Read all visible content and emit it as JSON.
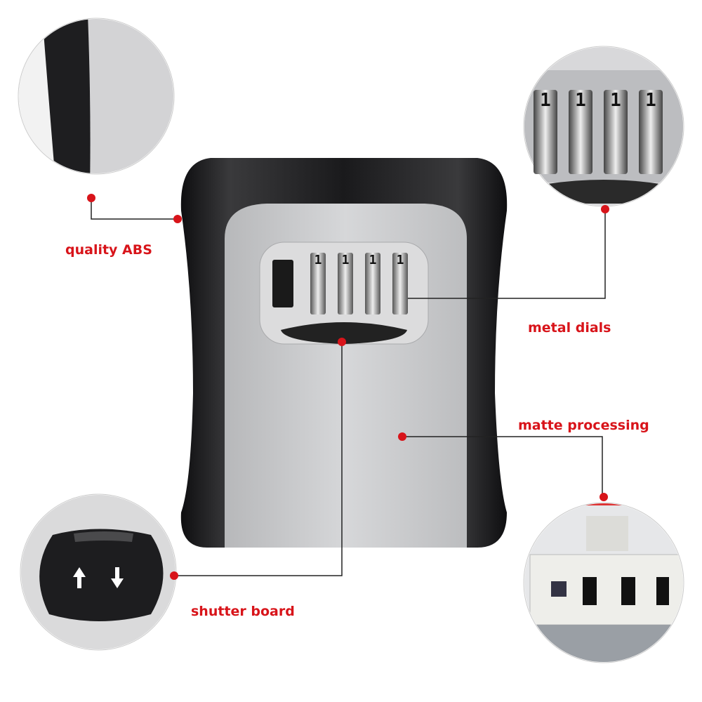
{
  "colors": {
    "accent": "#d8141a",
    "body": "#1c1c1e",
    "panel": "#c9cacc"
  },
  "labels": {
    "quality_abs": "quality ABS",
    "metal_dials": "metal dials",
    "matte_processing": "matte processing",
    "shutter_board": "shutter board"
  },
  "dials": {
    "digits": [
      "1",
      "1",
      "1",
      "1"
    ]
  },
  "shutter_icons": [
    "arrow-up-icon",
    "arrow-down-icon"
  ]
}
